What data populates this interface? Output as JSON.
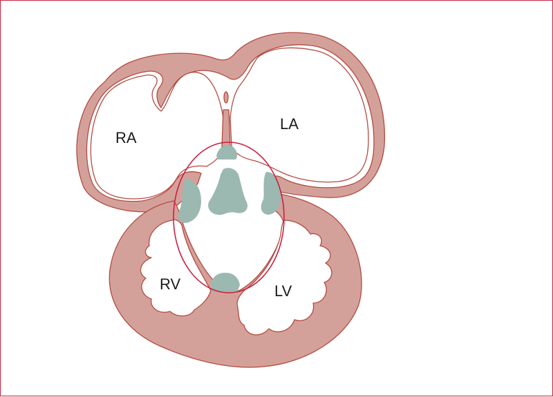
{
  "labels": {
    "ra": "RA",
    "la": "LA",
    "rv": "RV",
    "lv": "LV"
  },
  "colors": {
    "border": "#c8203f",
    "myocardium": "#d4a19a",
    "myocardium_outline": "#b3493f",
    "endocardial_cushion": "#9bb8b1",
    "highlight_ring": "#c8203f"
  }
}
